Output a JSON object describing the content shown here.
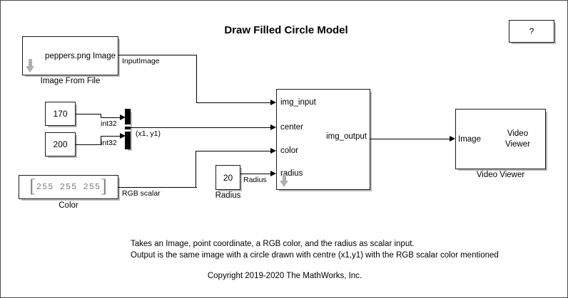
{
  "model": {
    "title": "Draw Filled Circle Model",
    "help_label": "?"
  },
  "blocks": {
    "image_from_file": {
      "value": "peppers.png",
      "port_out": "Image",
      "label": "Image From File",
      "icon": "down-arrow-icon"
    },
    "const_x": {
      "value": "170",
      "signal": "int32"
    },
    "const_y": {
      "value": "200",
      "signal": "int32"
    },
    "mux": {
      "signal": "(x1, y1)"
    },
    "color": {
      "open_bracket": "[",
      "value": "255 255 255",
      "close_bracket": "]",
      "label": "Color",
      "signal": "RGB scalar"
    },
    "radius": {
      "value": "20",
      "label": "Radius",
      "signal": "Radius"
    },
    "draw_circle": {
      "inputs": [
        "img_input",
        "center",
        "color",
        "radius"
      ],
      "output": "img_output",
      "icon": "down-arrow-icon"
    },
    "video_viewer": {
      "port_in": "Image",
      "text_line1": "Video",
      "text_line2": "Viewer",
      "label": "Video Viewer"
    }
  },
  "signals": {
    "input_image": "InputImage"
  },
  "notes": {
    "line1": "Takes an Image, point coordinate, a RGB color, and the radius as scalar input.",
    "line2": "Output is the same image  with a circle drawn with centre (x1,y1)  with the RGB scalar color mentioned",
    "copyright": "Copyright 2019-2020 The MathWorks, Inc."
  }
}
